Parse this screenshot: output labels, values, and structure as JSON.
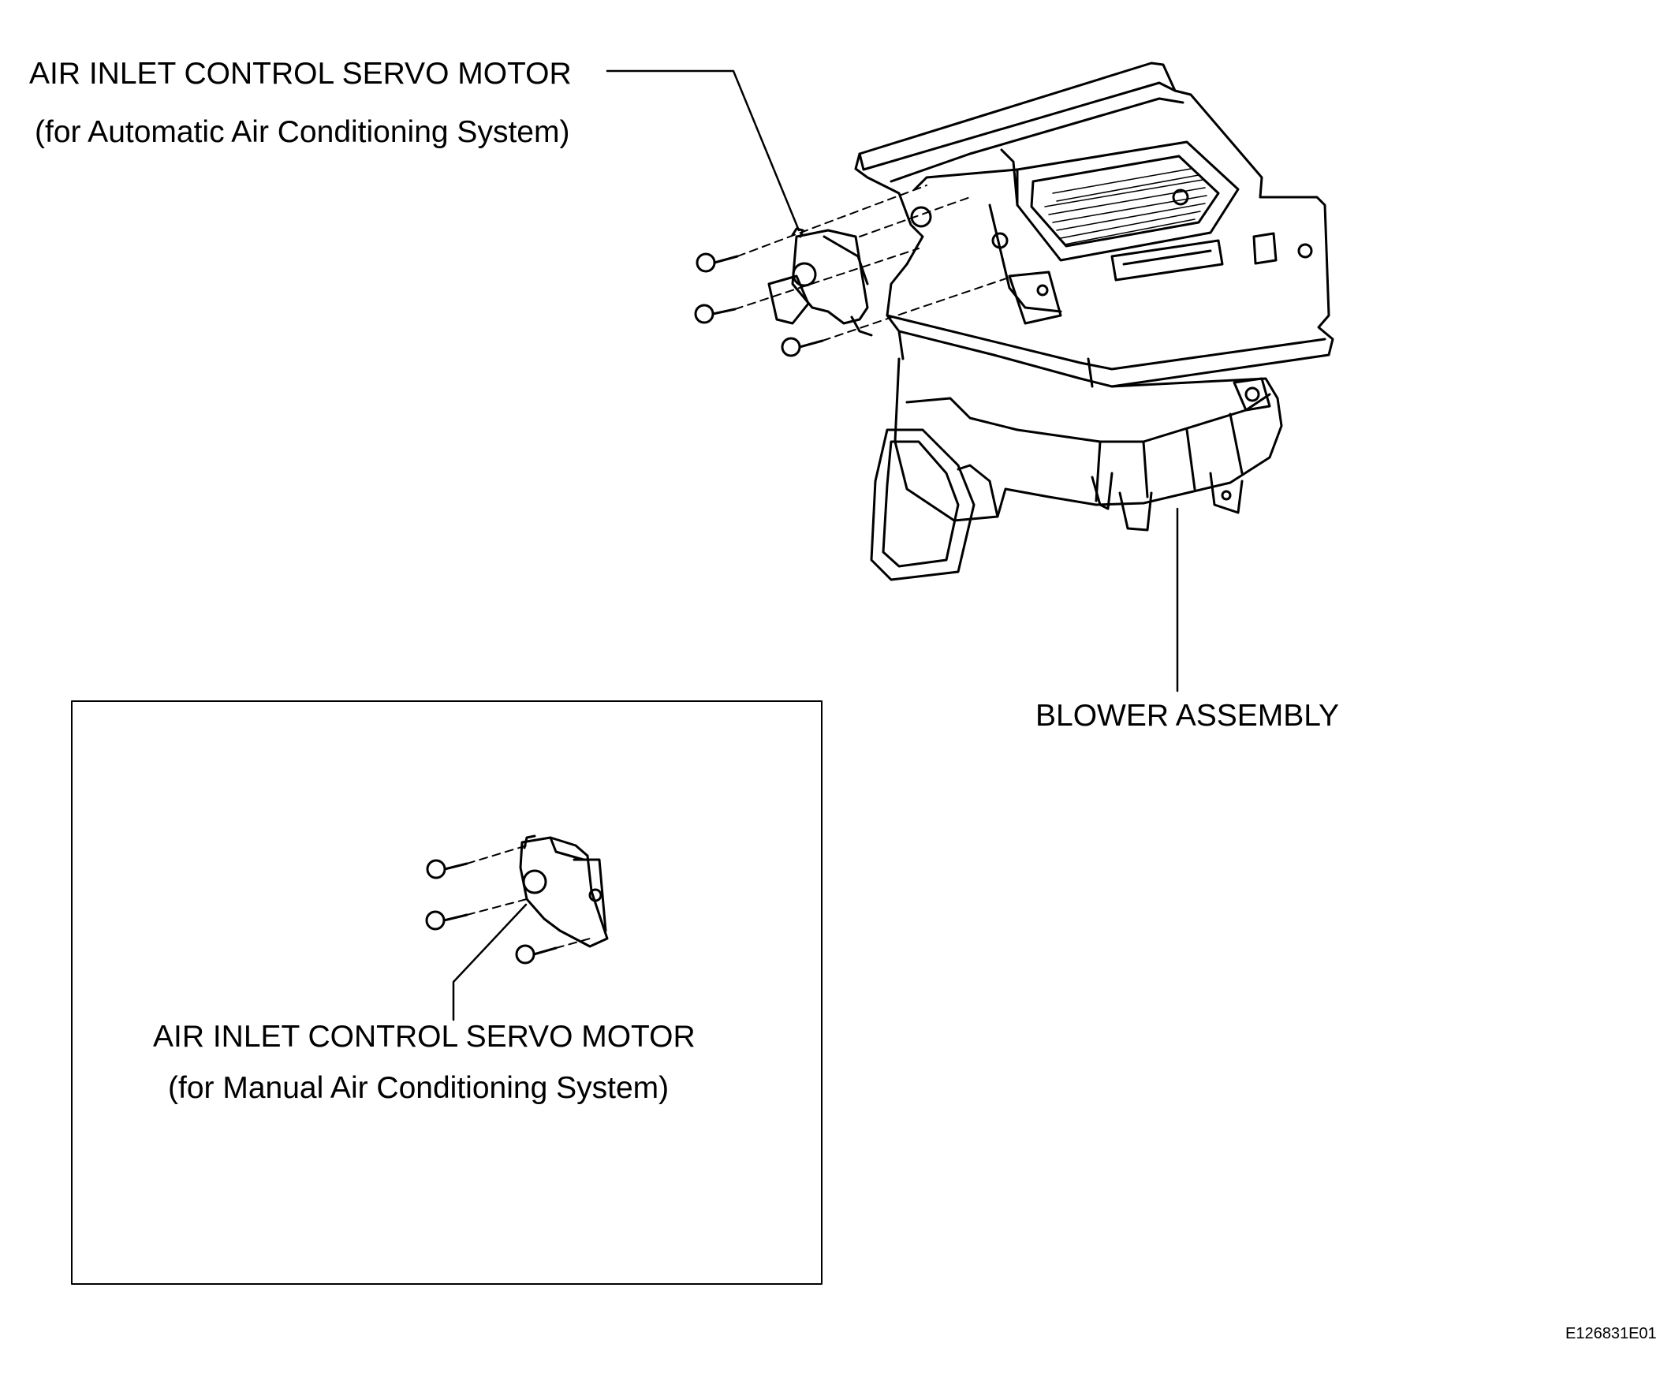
{
  "labels": {
    "auto_motor_title": "AIR INLET CONTROL SERVO MOTOR",
    "auto_motor_note": "(for Automatic Air Conditioning System)",
    "blower": "BLOWER ASSEMBLY",
    "manual_motor_title": "AIR INLET CONTROL SERVO MOTOR",
    "manual_motor_note": "(for Manual Air Conditioning System)"
  },
  "figure_code": "E126831E01",
  "colors": {
    "line": "#000000",
    "background": "#ffffff"
  }
}
